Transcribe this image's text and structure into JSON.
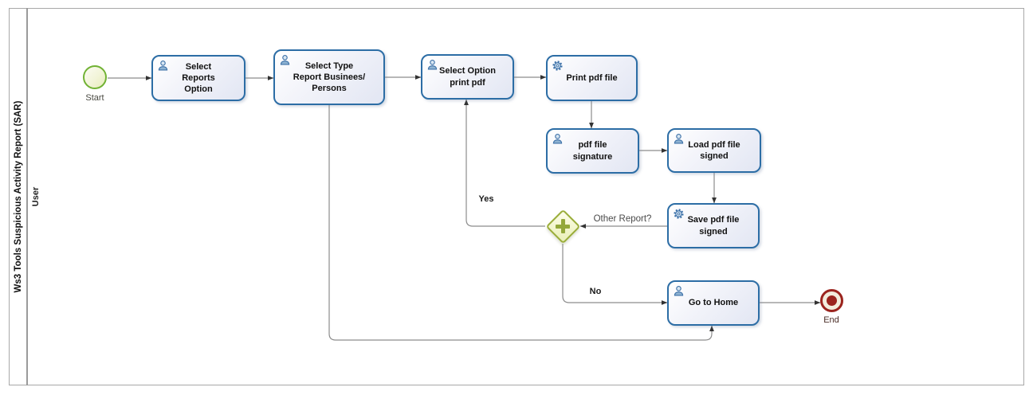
{
  "pool": {
    "title": "Ws3 Tools Suspicious Activity Report (SAR)",
    "lane_label": "User"
  },
  "events": {
    "start": {
      "label": "Start"
    },
    "end": {
      "label": "End"
    }
  },
  "tasks": [
    {
      "id": "select-reports-option",
      "label": "Select\nReports\nOption",
      "icon": "user-icon"
    },
    {
      "id": "select-type-report",
      "label": "Select Type\nReport Businees/\nPersons",
      "icon": "user-icon"
    },
    {
      "id": "select-option-print-pdf",
      "label": "Select Option\nprint pdf",
      "icon": "user-icon"
    },
    {
      "id": "print-pdf-file",
      "label": "Print pdf file",
      "icon": "gear-icon"
    },
    {
      "id": "pdf-file-signature",
      "label": "pdf file\nsignature",
      "icon": "user-icon"
    },
    {
      "id": "load-pdf-file-signed",
      "label": "Load pdf file\nsigned",
      "icon": "user-icon"
    },
    {
      "id": "save-pdf-file-signed",
      "label": "Save pdf file\nsigned",
      "icon": "gear-icon"
    },
    {
      "id": "go-to-home",
      "label": "Go to Home",
      "icon": "user-icon"
    }
  ],
  "gateway": {
    "question_label": "Other Report?",
    "yes_label": "Yes",
    "no_label": "No"
  },
  "colors": {
    "task_border": "#2c6da5",
    "task_fill_bottom": "#e2e6f3",
    "start_border": "#71b234",
    "start_fill": "#eff3cd",
    "end_color": "#9b241e",
    "gateway_border": "#9aad39",
    "gateway_plus": "#93a83a",
    "connector": "#8c8c8c",
    "arrowhead": "#333333",
    "pool_border": "#a8a8a8"
  }
}
